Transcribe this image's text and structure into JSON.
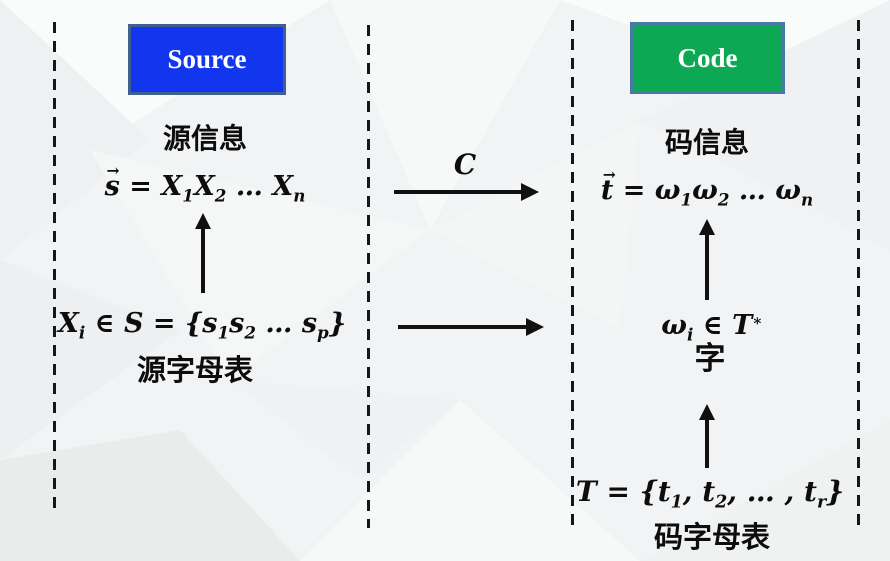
{
  "glyphs": {
    "vector_arrow": "→"
  },
  "colors": {
    "source_box": "#1136ee",
    "code_box": "#0ca853",
    "source_box_border": "#40618f",
    "code_box_border": "#4a78a6",
    "ink": "#101010",
    "background": "#f2f3f4"
  },
  "source": {
    "box_label": "Source",
    "message_label": "源信息",
    "message_formula": [
      {
        "t": "s",
        "s": "vec"
      },
      {
        "t": " = "
      },
      {
        "t": "X"
      },
      {
        "t": "1",
        "s": "sub"
      },
      {
        "t": "X"
      },
      {
        "t": "2",
        "s": "sub"
      },
      {
        "t": " … "
      },
      {
        "t": "X"
      },
      {
        "t": "n",
        "s": "sub"
      }
    ],
    "alphabet_formula": [
      {
        "t": "X"
      },
      {
        "t": "i",
        "s": "sub"
      },
      {
        "t": " ∈ "
      },
      {
        "t": "S"
      },
      {
        "t": " = {"
      },
      {
        "t": "s"
      },
      {
        "t": "1",
        "s": "sub"
      },
      {
        "t": "s"
      },
      {
        "t": "2",
        "s": "sub"
      },
      {
        "t": " … "
      },
      {
        "t": "s"
      },
      {
        "t": "p",
        "s": "sub"
      },
      {
        "t": "}"
      }
    ],
    "alphabet_label": "源字母表"
  },
  "code": {
    "box_label": "Code",
    "message_label": "码信息",
    "message_formula": [
      {
        "t": "t",
        "s": "vec"
      },
      {
        "t": " = "
      },
      {
        "t": "ω"
      },
      {
        "t": "1",
        "s": "sub"
      },
      {
        "t": "ω"
      },
      {
        "t": "2",
        "s": "sub"
      },
      {
        "t": " … "
      },
      {
        "t": "ω"
      },
      {
        "t": "n",
        "s": "sub"
      }
    ],
    "word_formula": [
      {
        "t": "ω"
      },
      {
        "t": "i",
        "s": "sub"
      },
      {
        "t": " ∈ "
      },
      {
        "t": "T"
      },
      {
        "t": "∗",
        "s": "sup"
      }
    ],
    "word_label": "字",
    "alphabet_formula": [
      {
        "t": "T"
      },
      {
        "t": " = {"
      },
      {
        "t": "t"
      },
      {
        "t": "1",
        "s": "sub"
      },
      {
        "t": ", "
      },
      {
        "t": "t"
      },
      {
        "t": "2",
        "s": "sub"
      },
      {
        "t": ", … , "
      },
      {
        "t": "t"
      },
      {
        "t": "r",
        "s": "sub"
      },
      {
        "t": "}"
      }
    ],
    "alphabet_label": "码字母表"
  },
  "mapping": {
    "label": "C"
  }
}
